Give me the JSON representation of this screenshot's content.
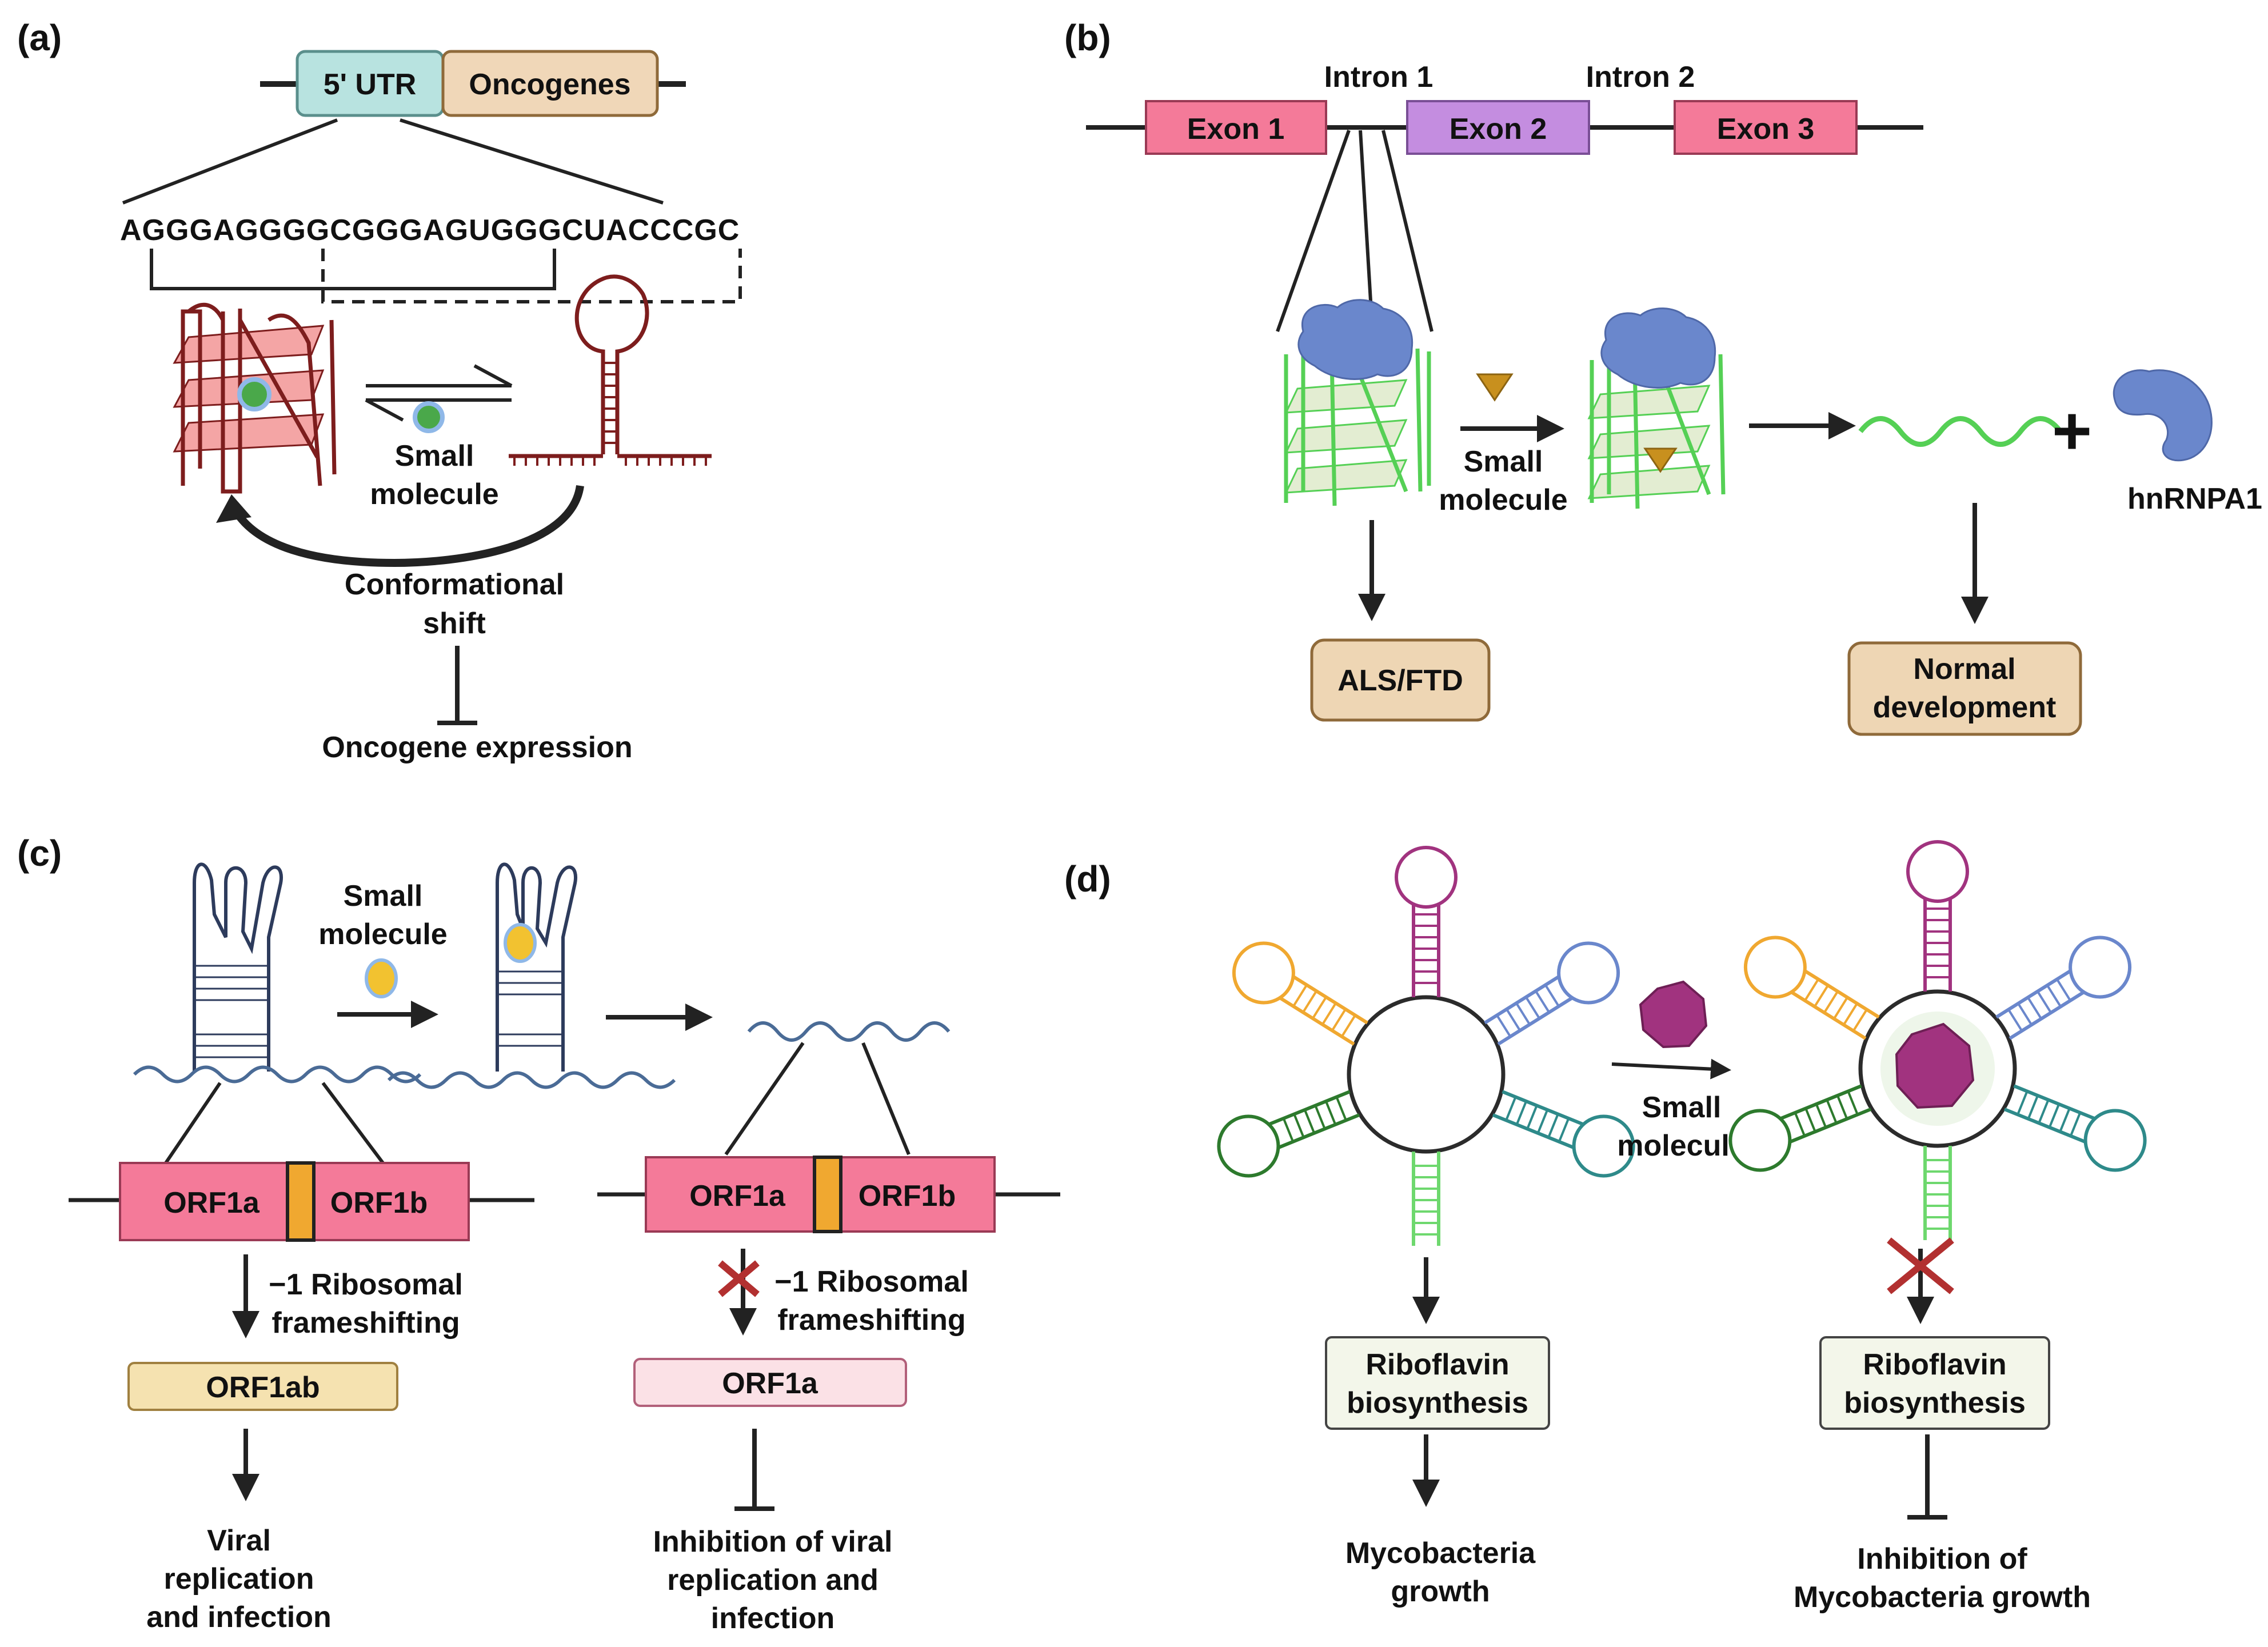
{
  "panels": {
    "a": {
      "label": "(a)",
      "utr": "5' UTR",
      "oncogenes": "Oncogenes",
      "sequence": "AGGGAGGGGCGGGAGUGGGCUACCCGC",
      "small_molecule": [
        "Small",
        "molecule"
      ],
      "shift": [
        "Conformational",
        "shift"
      ],
      "outcome": "Oncogene expression"
    },
    "b": {
      "label": "(b)",
      "intron1": "Intron 1",
      "intron2": "Intron 2",
      "exon1": "Exon 1",
      "exon2": "Exon 2",
      "exon3": "Exon 3",
      "small_molecule": [
        "Small",
        "molecule"
      ],
      "plus": "+",
      "protein": "hnRNPA1",
      "disease": "ALS/FTD",
      "normal": [
        "Normal",
        "development"
      ]
    },
    "c": {
      "label": "(c)",
      "small_molecule": [
        "Small",
        "molecule"
      ],
      "orf1a": "ORF1a",
      "orf1b": "ORF1b",
      "frameshift": [
        "−1 Ribosomal",
        "frameshifting"
      ],
      "orf1ab": "ORF1ab",
      "orf1a_only": "ORF1a",
      "viral": [
        "Viral",
        "replication",
        "and infection"
      ],
      "inhibition": [
        "Inhibition of viral",
        "replication  and",
        "infection"
      ]
    },
    "d": {
      "label": "(d)",
      "small_molecule": [
        "Small",
        "molecule"
      ],
      "riboflavin": [
        "Riboflavin",
        "biosynthesis"
      ],
      "growth": [
        "Mycobacteria",
        "growth"
      ],
      "inhibition": [
        "Inhibition of",
        "Mycobacteria growth"
      ]
    }
  },
  "colors": {
    "exon": "#f47a99",
    "exon2": "#c48de0",
    "utr": "#b8e3e0",
    "onco": "#f0d7b8",
    "gq_red": "#7d1d1d",
    "gq_green": "#55d055",
    "protein": "#6a87cc",
    "molecule_green": "#4aa84a",
    "molecule_yellow": "#f2c230",
    "molecule_brown": "#c8901e",
    "molecule_purple": "#a1337f",
    "outcome_box": "#eed6b4",
    "orf1ab_box": "#f5e2b0",
    "orf1a_box": "#fbe1e6",
    "stop_x": "#b23030"
  },
  "icons": [
    "g-quadruplex-icon",
    "hairpin-icon",
    "protein-icon",
    "small-molecule-icon",
    "riboswitch-icon",
    "cross-icon",
    "inhibit-bar-icon"
  ]
}
